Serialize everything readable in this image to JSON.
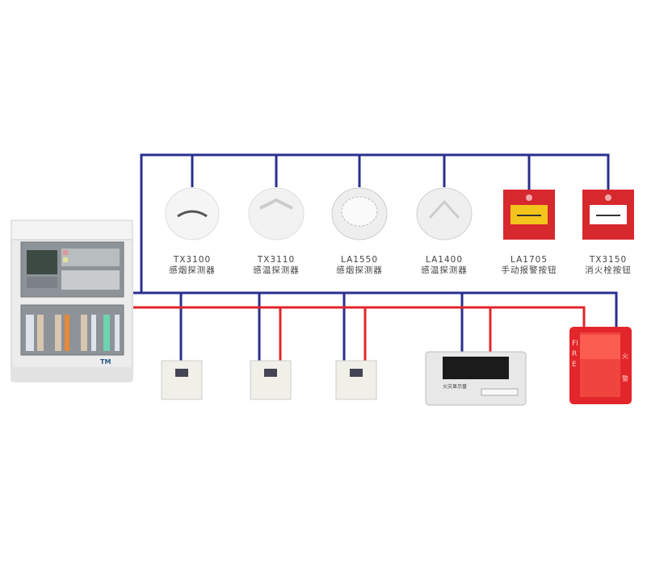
{
  "colors": {
    "bus_blue": "#2a2f8f",
    "bus_red": "#e0262b",
    "device_red": "#d7282e",
    "panel_gray": "#e6e6e6"
  },
  "devices": [
    {
      "model": "TX3100",
      "name": "感烟探测器",
      "icon": "smoke-detector-icon"
    },
    {
      "model": "TX3110",
      "name": "感温探测器",
      "icon": "heat-detector-icon"
    },
    {
      "model": "LA1550",
      "name": "感烟探测器",
      "icon": "smoke-detector-icon"
    },
    {
      "model": "LA1400",
      "name": "感温探测器",
      "icon": "heat-detector-icon"
    },
    {
      "model": "LA1705",
      "name": "手动报警按钮",
      "icon": "manual-call-point-icon"
    },
    {
      "model": "TX3150",
      "name": "消火栓按钮",
      "icon": "hydrant-button-icon"
    }
  ],
  "panel": {
    "brand": "TM"
  },
  "display": {
    "title": "火灾显示盘"
  },
  "strobe": {
    "left_text": "FIRE",
    "right_text": "火警"
  }
}
